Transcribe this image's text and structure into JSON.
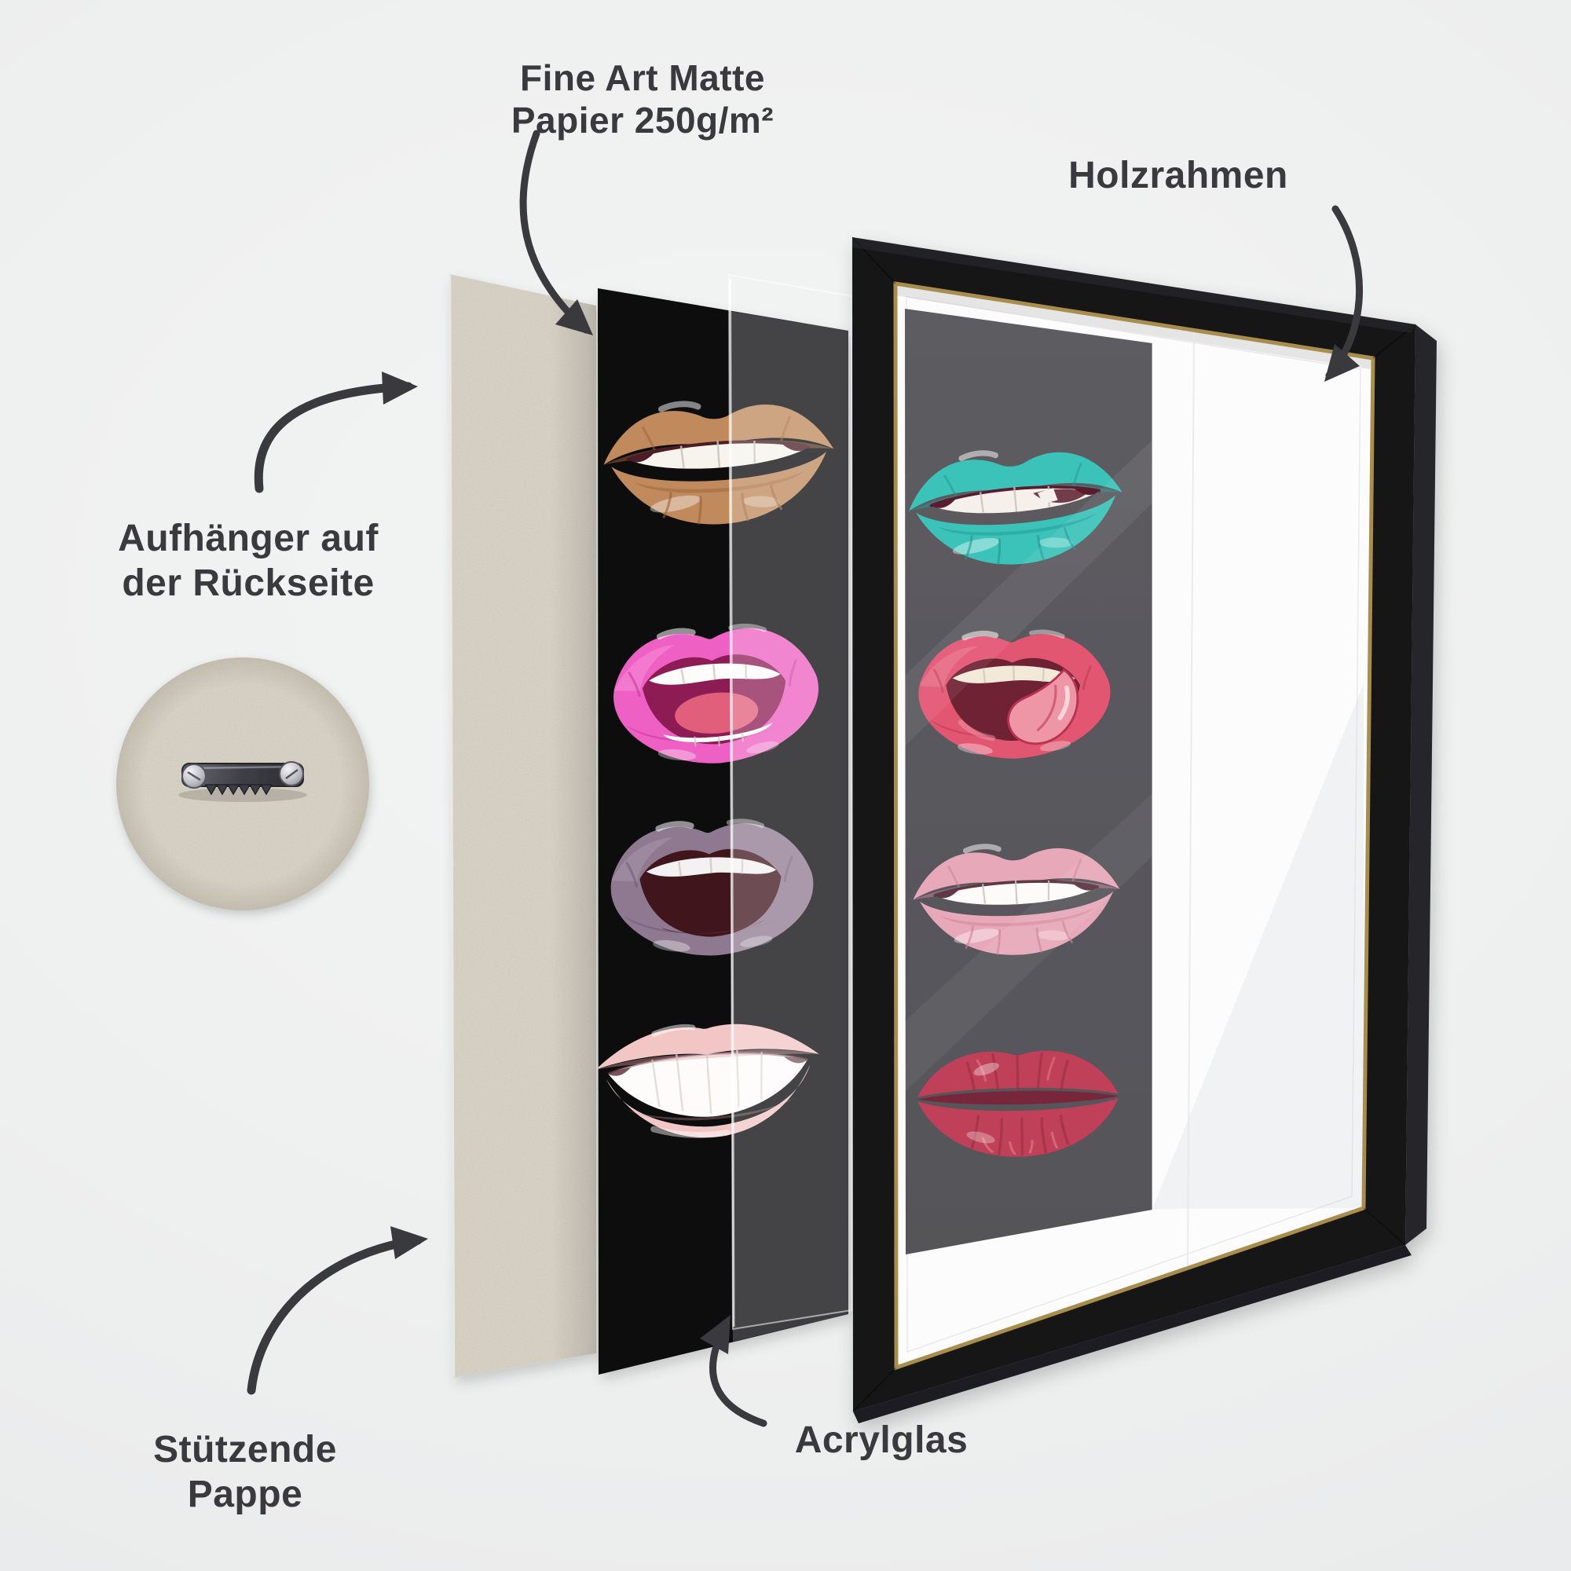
{
  "labels": {
    "paper": {
      "line1": "Fine Art Matte",
      "line2": "Papier 250g/m²"
    },
    "frame": {
      "text": "Holzrahmen"
    },
    "hanger": {
      "line1": "Aufhänger auf",
      "line2": "der Rückseite"
    },
    "cardboard": {
      "line1": "Stützende",
      "line2": "Pappe"
    },
    "acrylic": {
      "text": "Acrylglas"
    }
  },
  "colors": {
    "background": "#eeefef",
    "text": "#3a3a3e",
    "arrow": "#3a3a3e",
    "cardboard": "#d6d0c4",
    "cardboard_speck_dark": "#b9b2a2",
    "cardboard_speck_light": "#e4dfd4",
    "poster_black": "#0b0b0e",
    "acrylic_edge": "#ffffff",
    "frame_black": "#141418",
    "frame_side": "#26262b",
    "frame_bottom": "#1c1c20",
    "frame_gold": "#a98d4f",
    "frame_interior_white": "#fcfcfd",
    "poster_in_frame_gray": "#59585d",
    "hanger_metal_dark": "#3c3c42",
    "hanger_metal_light": "#8f8f98"
  },
  "lips": {
    "left": [
      {
        "name": "caramel-bite-lips",
        "variant": "bite",
        "colors": {
          "lip": "#c08a5c",
          "dark": "#9a5f33",
          "light": "#e2b68c",
          "teeth": "#f7f4ee",
          "inner": "#4d1f28"
        }
      },
      {
        "name": "pink-open-mouth",
        "variant": "open-teeth",
        "colors": {
          "lip": "#ee60c3",
          "dark": "#c02e98",
          "light": "#f9aadf",
          "teeth": "#fdfcfb",
          "inner": "#8d1d55",
          "tongue": "#e7637d"
        }
      },
      {
        "name": "mauve-open-mouth",
        "variant": "open-dark",
        "colors": {
          "lip": "#8e7990",
          "dark": "#685473",
          "light": "#b7a6bd",
          "teeth": "#f4f1f3",
          "inner": "#40131f",
          "tongue": "#5e2433"
        }
      },
      {
        "name": "nude-smile-lips",
        "variant": "smile",
        "colors": {
          "lip": "#f3c6c6",
          "dark": "#dba0a4",
          "light": "#fbe3e3",
          "teeth": "#fefcfb",
          "inner": "#6b4049"
        }
      }
    ],
    "right": [
      {
        "name": "teal-bite-lips",
        "variant": "bite-nib",
        "colors": {
          "lip": "#3bc3ba",
          "dark": "#22958f",
          "light": "#7fe0d8",
          "teeth": "#f5f1ea",
          "inner": "#5a1f2d"
        }
      },
      {
        "name": "coral-tongue-lips",
        "variant": "tongue",
        "colors": {
          "lip": "#e25672",
          "dark": "#b93253",
          "light": "#f08fa3",
          "teeth": "#f2e9d8",
          "inner": "#6f2335",
          "tongue": "#ee96a6"
        }
      },
      {
        "name": "rose-soft-lips",
        "variant": "soft",
        "colors": {
          "lip": "#e7a9b9",
          "dark": "#c97f94",
          "light": "#f5cfd9",
          "teeth": "#fdfbfa",
          "inner": "#5d3744"
        }
      },
      {
        "name": "crimson-kiss-lips",
        "variant": "kiss",
        "colors": {
          "lip": "#bf4058",
          "dark": "#992e44",
          "light": "#d9707f",
          "teeth": "#fdfbfa",
          "inner": "#7c2337"
        }
      }
    ]
  }
}
